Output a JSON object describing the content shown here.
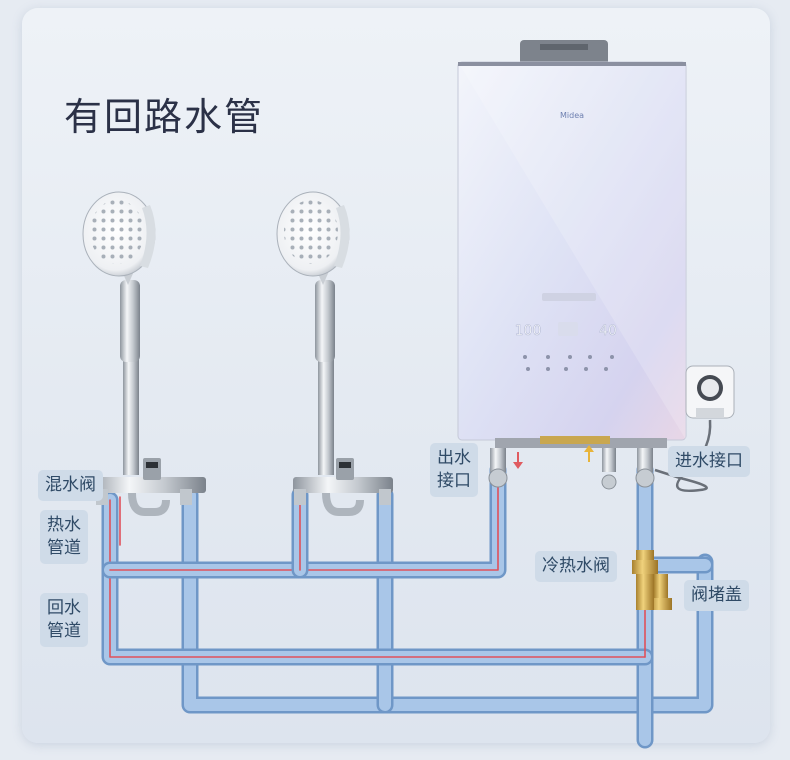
{
  "title": "有回路水管",
  "labels": {
    "mix_valve": "混水阀",
    "hot_pipe": [
      "热水",
      "管道"
    ],
    "return_pipe": [
      "回水",
      "管道"
    ],
    "outlet": [
      "出水",
      "接口"
    ],
    "inlet": "进水接口",
    "hot_cold_valve": "冷热水阀",
    "valve_cap": "阀堵盖"
  },
  "heater": {
    "brand": "Midea",
    "display_left": "100",
    "display_right": "40"
  },
  "colors": {
    "hot_pipe": "#e0505a",
    "cold_pipe": "#8fb3de",
    "label_bg": "#cfdbe8",
    "label_text": "#2f4a66"
  }
}
